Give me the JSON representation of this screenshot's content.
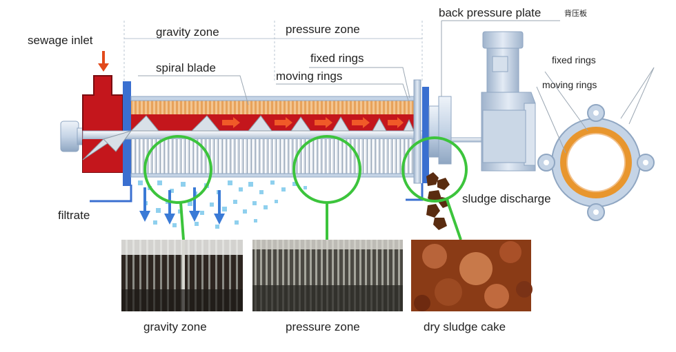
{
  "labels": {
    "sewage_inlet": "sewage  inlet",
    "gravity_zone_top": "gravity zone",
    "pressure_zone_top": "pressure zone",
    "back_pressure_plate": "back pressure plate",
    "back_pressure_plate_cn": "背压板",
    "fixed_rings": "fixed rings",
    "moving_rings": "moving rings",
    "spiral_blade": "spiral blade",
    "ring_fixed_rings": "fixed rings",
    "ring_moving_rings": "moving rings",
    "filtrate": "filtrate",
    "sludge_discharge": "sludge discharge",
    "caption_gravity": "gravity zone",
    "caption_pressure": "pressure zone",
    "caption_cake": "dry sludge cake"
  },
  "colors": {
    "inlet_red": "#c4161c",
    "orange_rings": "#e8962e",
    "steel_blue": "#c5d4e6",
    "steel_dark": "#8fa6c2",
    "zone_circle": "#3cc43c",
    "filtrate_blue": "#8fd0ee",
    "arrow_blue": "#3a7ad6",
    "sludge_brown": "#5a2c10"
  }
}
